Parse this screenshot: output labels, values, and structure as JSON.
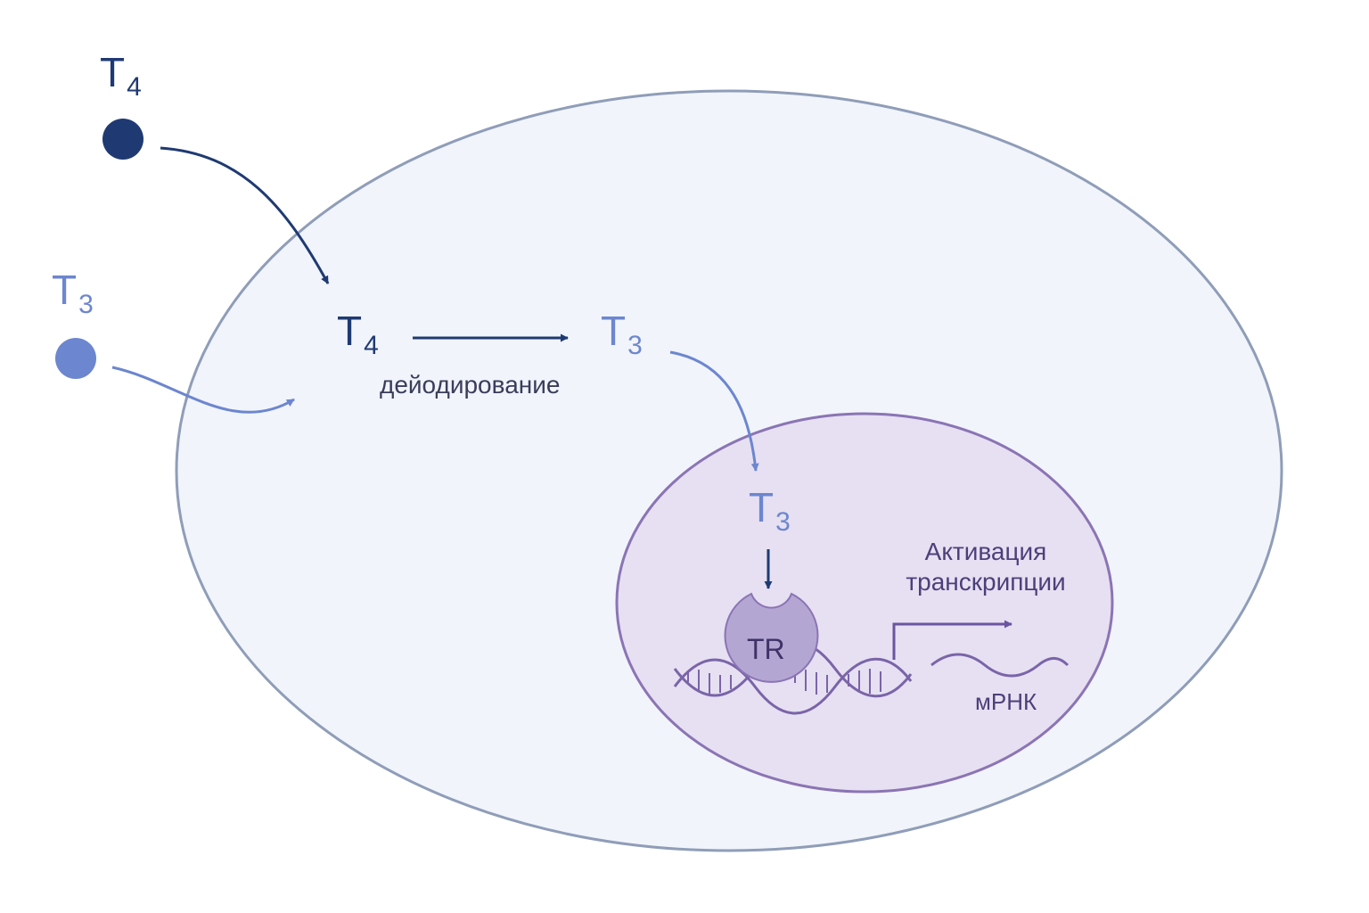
{
  "labels": {
    "outer_t4_base": "T",
    "outer_t4_sub": "4",
    "outer_t3_base": "T",
    "outer_t3_sub": "3",
    "cyto_t4_base": "T",
    "cyto_t4_sub": "4",
    "cyto_t3_base": "T",
    "cyto_t3_sub": "3",
    "nucleus_t3_base": "T",
    "nucleus_t3_sub": "3",
    "deiodination": "дейодирование",
    "activation_line1": "Активация",
    "activation_line2": "транскрипции",
    "receptor": "TR",
    "mrna": "мРНК"
  },
  "colors": {
    "t4_dark": "#1f3a72",
    "t3_light": "#6c86cf",
    "cell_fill": "#f1f4fb",
    "cell_stroke": "#8f9db8",
    "nucleus_fill": "#e6e0f2",
    "nucleus_stroke": "#8b74b4",
    "receptor_fill": "#b3a6d3",
    "dna_stroke": "#7a64a8"
  }
}
